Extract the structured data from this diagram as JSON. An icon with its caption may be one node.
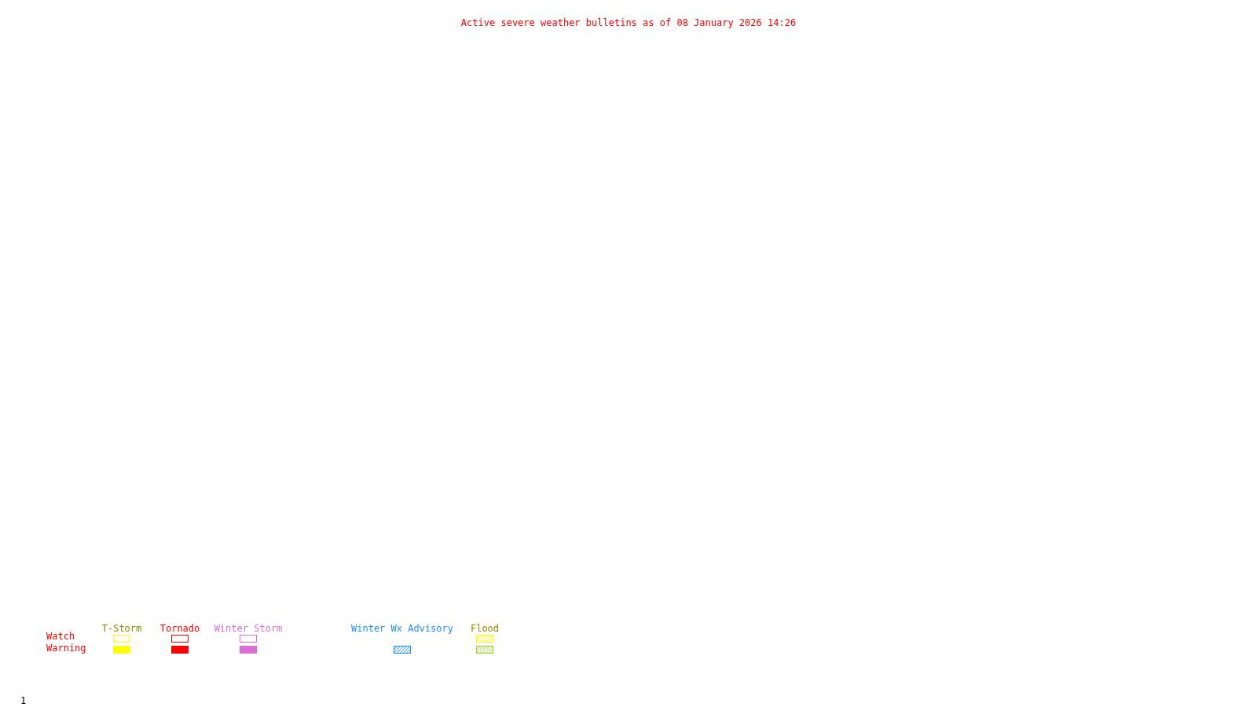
{
  "diagram": {
    "title": "Active severe weather bulletins as of 08 January 2026 14:26",
    "labels": [
      "Watch",
      "Warning",
      "1"
    ],
    "legend": [
      {
        "text": "T-Storm",
        "color": "#ffff00"
      },
      {
        "text": "Tornado",
        "color": "#ff0000"
      },
      {
        "text": "Winter Storm",
        "color": "#da70d6"
      },
      {
        "text": "Winter Wx Advisory",
        "color": "#1e90ff"
      },
      {
        "text": "Flood",
        "color": "#ffff00"
      }
    ]
  }
}
